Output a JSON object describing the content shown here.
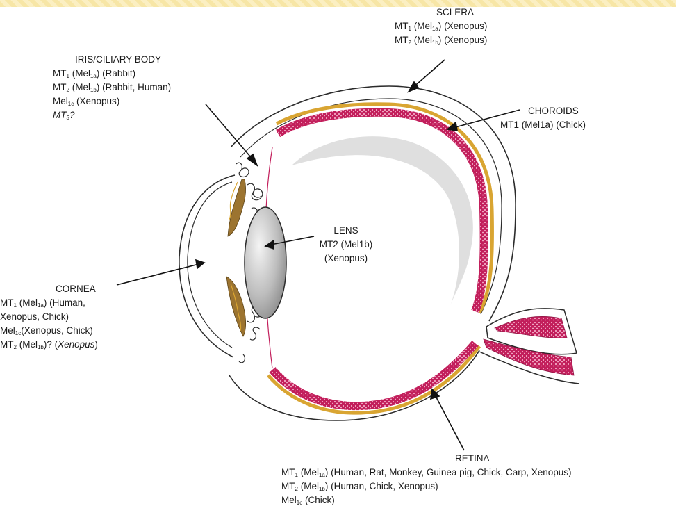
{
  "labels": {
    "sclera": {
      "title": "SCLERA",
      "lines": [
        {
          "pre": "MT",
          "sub1": "1",
          "mid": " (Mel",
          "sub2": "1a",
          "post": ") (Xenopus)"
        },
        {
          "pre": "MT",
          "sub1": "2",
          "mid": " (Mel",
          "sub2": "1b",
          "post": ") (Xenopus)"
        }
      ]
    },
    "iris": {
      "title": "IRIS/CILIARY BODY",
      "lines": [
        {
          "pre": "MT",
          "sub1": "1",
          "mid": " (Mel",
          "sub2": "1a",
          "post": ") (Rabbit)"
        },
        {
          "pre": "MT",
          "sub1": "2",
          "mid": " (Mel",
          "sub2": "1b",
          "post": ") (Rabbit, Human)"
        },
        {
          "pre": "Mel",
          "sub1": "1c",
          "mid": " (Xenopus)",
          "sub2": "",
          "post": ""
        }
      ],
      "italic_line": {
        "pre": "MT",
        "sub1": "3",
        "post": "?"
      }
    },
    "choroids": {
      "title": "CHOROIDS",
      "line": "MT1 (Mel1a) (Chick)"
    },
    "lens": {
      "title": "LENS",
      "line1": "MT2 (Mel1b)",
      "line2": "(Xenopus)"
    },
    "cornea": {
      "title": "CORNEA",
      "line1": {
        "pre": "MT",
        "sub1": "1",
        "mid": " (Mel",
        "sub2": "1a",
        "post": ") (Human,"
      },
      "line2": "Xenopus, Chick)",
      "line3": {
        "pre": "Mel",
        "sub1": "1c",
        "post": "(Xenopus, Chick)"
      },
      "line4": {
        "pre": "MT",
        "sub1": "2",
        "mid": " (Mel",
        "sub2": "1b",
        "post": ")? (",
        "italic": "Xenopus",
        "end": ")"
      }
    },
    "retina": {
      "title": "RETINA",
      "lines": [
        {
          "pre": "MT",
          "sub1": "1",
          "mid": " (Mel",
          "sub2": "1a",
          "post": ") (Human, Rat, Monkey, Guinea pig, Chick, Carp, Xenopus)"
        },
        {
          "pre": "MT",
          "sub1": "2",
          "mid": " (Mel",
          "sub2": "1b",
          "post": ") (Human, Chick, Xenopus)"
        },
        {
          "pre": "Mel",
          "sub1": "1c",
          "mid": " (Chick)",
          "sub2": "",
          "post": ""
        }
      ]
    }
  },
  "colors": {
    "retina": "#c21e5b",
    "choroid": "#d9a532",
    "iris": "#9c7430",
    "lens_light": "#f2f2f2",
    "lens_dark": "#8e8e8e",
    "outline": "#2b2b2b",
    "vitreous_shadow": "#dcdcdc",
    "top_band": "#f7e6a6"
  }
}
